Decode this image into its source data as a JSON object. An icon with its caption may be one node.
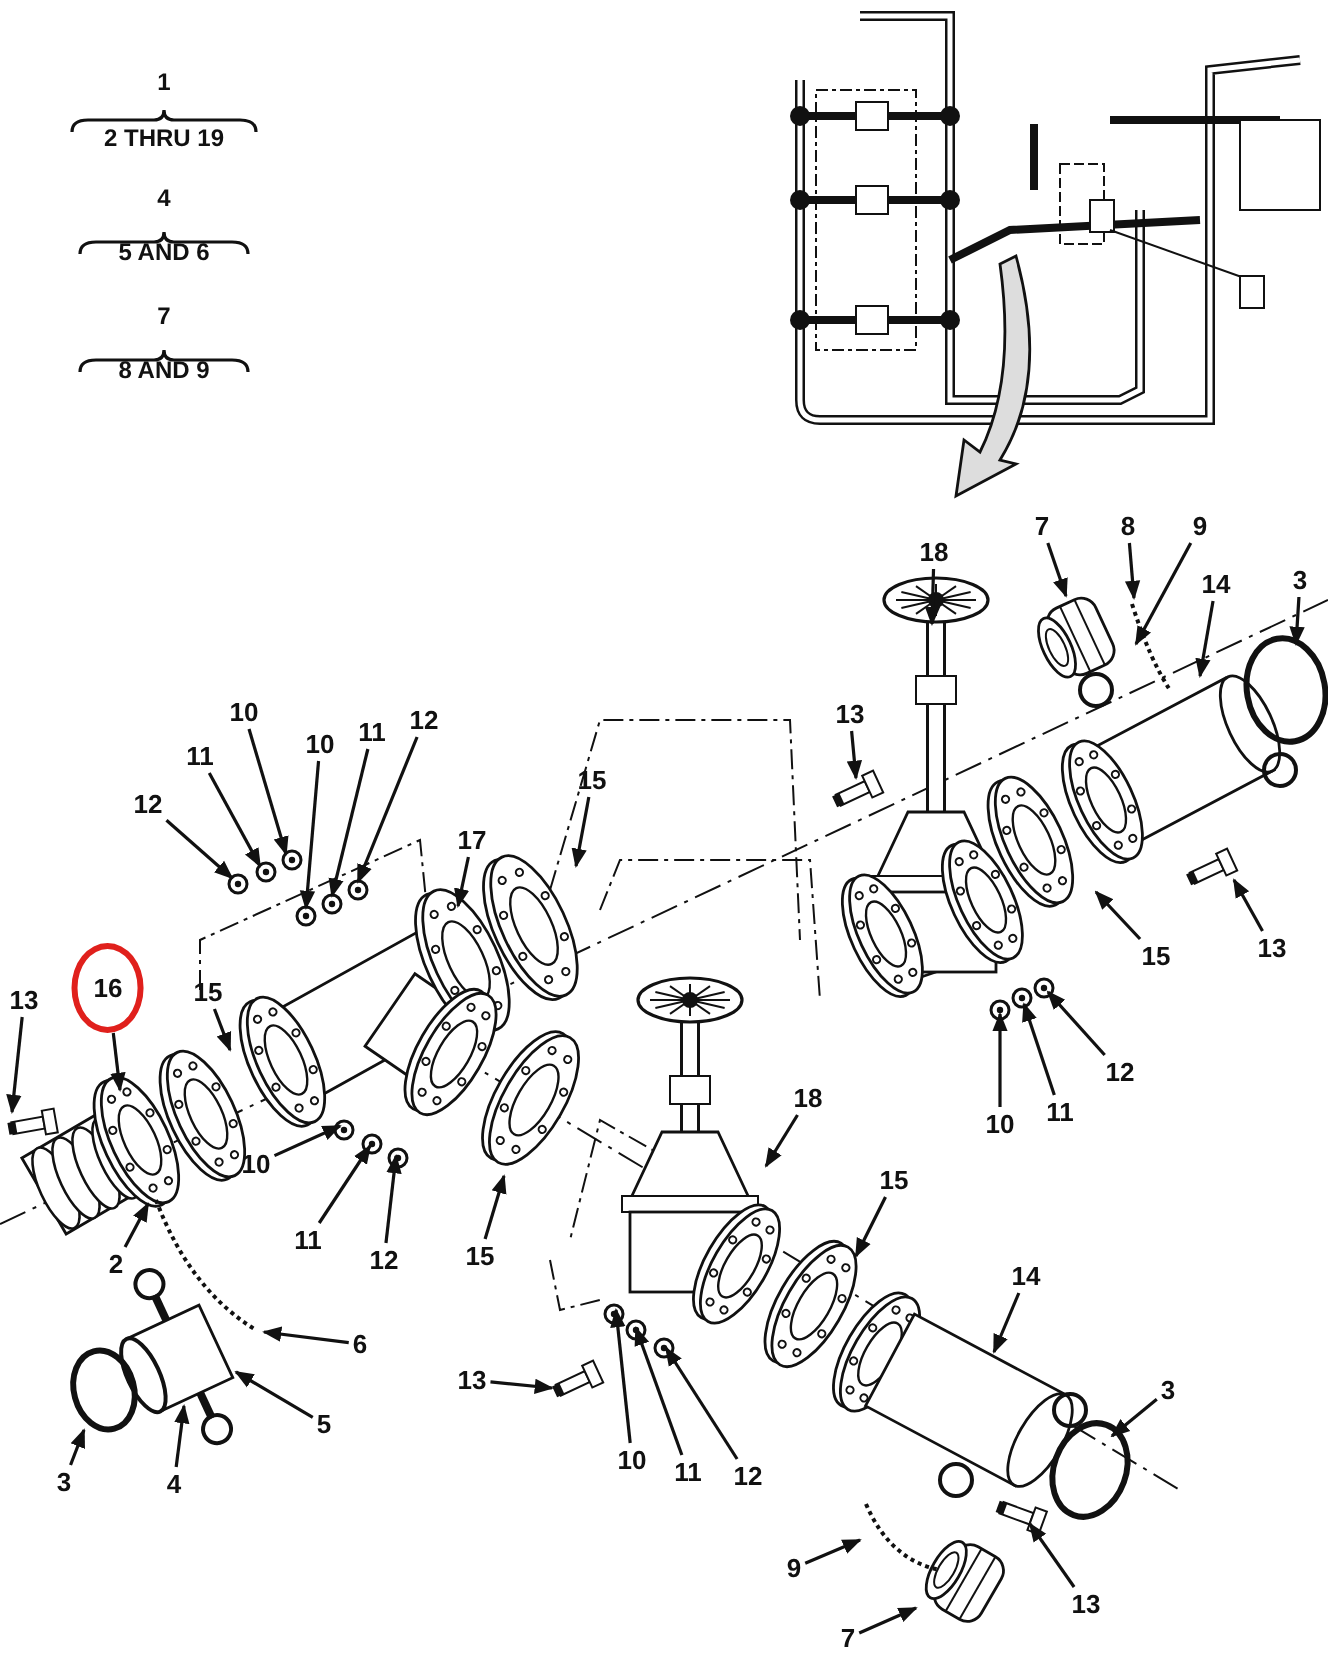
{
  "diagram": {
    "nodes": [
      {
        "text": [
          "7"
        ]
      },
      {
        "text": [
          "8"
        ]
      },
      {
        "text": [
          "9"
        ]
      },
      {
        "text": [
          "18"
        ]
      },
      {
        "text": [
          "14"
        ]
      },
      {
        "text": [
          "3"
        ]
      },
      {
        "text": [
          "13"
        ]
      },
      {
        "text": [
          "10"
        ]
      },
      {
        "text": [
          "15"
        ]
      },
      {
        "text": [
          "12"
        ]
      },
      {
        "text": [
          "11"
        ]
      },
      {
        "text": [
          "11"
        ]
      },
      {
        "text": [
          "10"
        ]
      },
      {
        "text": [
          "17"
        ]
      },
      {
        "text": [
          "12"
        ]
      },
      {
        "text": [
          "13"
        ]
      },
      {
        "text": [
          "15"
        ]
      },
      {
        "text": [
          "15"
        ]
      },
      {
        "text": [
          "13"
        ]
      },
      {
        "text": [
          "16"
        ]
      },
      {
        "text": [
          "12"
        ]
      },
      {
        "text": [
          "11"
        ]
      },
      {
        "text": [
          "10"
        ]
      },
      {
        "text": [
          "18"
        ]
      },
      {
        "text": [
          "10"
        ]
      },
      {
        "text": [
          "15"
        ]
      },
      {
        "text": [
          "11"
        ]
      },
      {
        "text": [
          "12"
        ]
      },
      {
        "text": [
          "15"
        ]
      },
      {
        "text": [
          "2"
        ]
      },
      {
        "text": [
          "14"
        ]
      },
      {
        "text": [
          "6"
        ]
      },
      {
        "text": [
          "5"
        ]
      },
      {
        "text": [
          "3"
        ]
      },
      {
        "text": [
          "13"
        ]
      },
      {
        "text": [
          "10"
        ]
      },
      {
        "text": [
          "11"
        ]
      },
      {
        "text": [
          "12"
        ]
      },
      {
        "text": [
          "3"
        ]
      },
      {
        "text": [
          "4"
        ]
      },
      {
        "text": [
          "9"
        ]
      },
      {
        "text": [
          "13"
        ]
      },
      {
        "text": [
          "7"
        ]
      }
    ],
    "edges": [
      {
        "from": 0,
        "to": null,
        "arrow": "to"
      },
      {
        "from": 1,
        "to": null,
        "arrow": "to"
      },
      {
        "from": 2,
        "to": null,
        "arrow": "to"
      },
      {
        "from": 3,
        "to": null,
        "arrow": "to"
      },
      {
        "from": 4,
        "to": null,
        "arrow": "to"
      },
      {
        "from": 5,
        "to": null,
        "arrow": "to"
      },
      {
        "from": 6,
        "to": null,
        "arrow": "to"
      },
      {
        "from": 7,
        "to": null,
        "arrow": "to"
      },
      {
        "from": 8,
        "to": null,
        "arrow": "to"
      },
      {
        "from": 9,
        "to": null,
        "arrow": "to"
      },
      {
        "from": 10,
        "to": null,
        "arrow": "to"
      },
      {
        "from": 11,
        "to": null,
        "arrow": "to"
      },
      {
        "from": 12,
        "to": null,
        "arrow": "to"
      },
      {
        "from": 13,
        "to": null,
        "arrow": "to"
      },
      {
        "from": 14,
        "to": null,
        "arrow": "to"
      },
      {
        "from": 15,
        "to": null,
        "arrow": "to"
      },
      {
        "from": 16,
        "to": null,
        "arrow": "to"
      },
      {
        "from": 17,
        "to": null,
        "arrow": "to"
      },
      {
        "from": 18,
        "to": null,
        "arrow": "to"
      },
      {
        "from": 19,
        "to": null,
        "arrow": "to"
      },
      {
        "from": 20,
        "to": null,
        "arrow": "to"
      },
      {
        "from": 21,
        "to": null,
        "arrow": "to"
      },
      {
        "from": 22,
        "to": null,
        "arrow": "to"
      },
      {
        "from": 23,
        "to": null,
        "arrow": "to"
      },
      {
        "from": 24,
        "to": null,
        "arrow": "to"
      },
      {
        "from": 25,
        "to": null,
        "arrow": "to"
      },
      {
        "from": 26,
        "to": null,
        "arrow": "to"
      },
      {
        "from": 27,
        "to": null,
        "arrow": "to"
      },
      {
        "from": 28,
        "to": null,
        "arrow": "to"
      },
      {
        "from": 29,
        "to": null,
        "arrow": "to"
      },
      {
        "from": 30,
        "to": null,
        "arrow": "to"
      },
      {
        "from": 31,
        "to": null,
        "arrow": "to"
      },
      {
        "from": 32,
        "to": null,
        "arrow": "to"
      },
      {
        "from": 33,
        "to": null,
        "arrow": "to"
      },
      {
        "from": 34,
        "to": null,
        "arrow": "to"
      },
      {
        "from": 35,
        "to": null,
        "arrow": "to"
      },
      {
        "from": 36,
        "to": null,
        "arrow": "to"
      },
      {
        "from": 37,
        "to": null,
        "arrow": "to"
      },
      {
        "from": 38,
        "to": null,
        "arrow": "to"
      },
      {
        "from": 39,
        "to": null,
        "arrow": "to"
      },
      {
        "from": 40,
        "to": null,
        "arrow": "to"
      },
      {
        "from": 41,
        "to": null,
        "arrow": "to"
      },
      {
        "from": 42,
        "to": null,
        "arrow": "to"
      }
    ],
    "labels": [
      "1",
      "2 THRU 19",
      "4",
      "5 AND 6",
      "7",
      "8 AND 9"
    ]
  }
}
